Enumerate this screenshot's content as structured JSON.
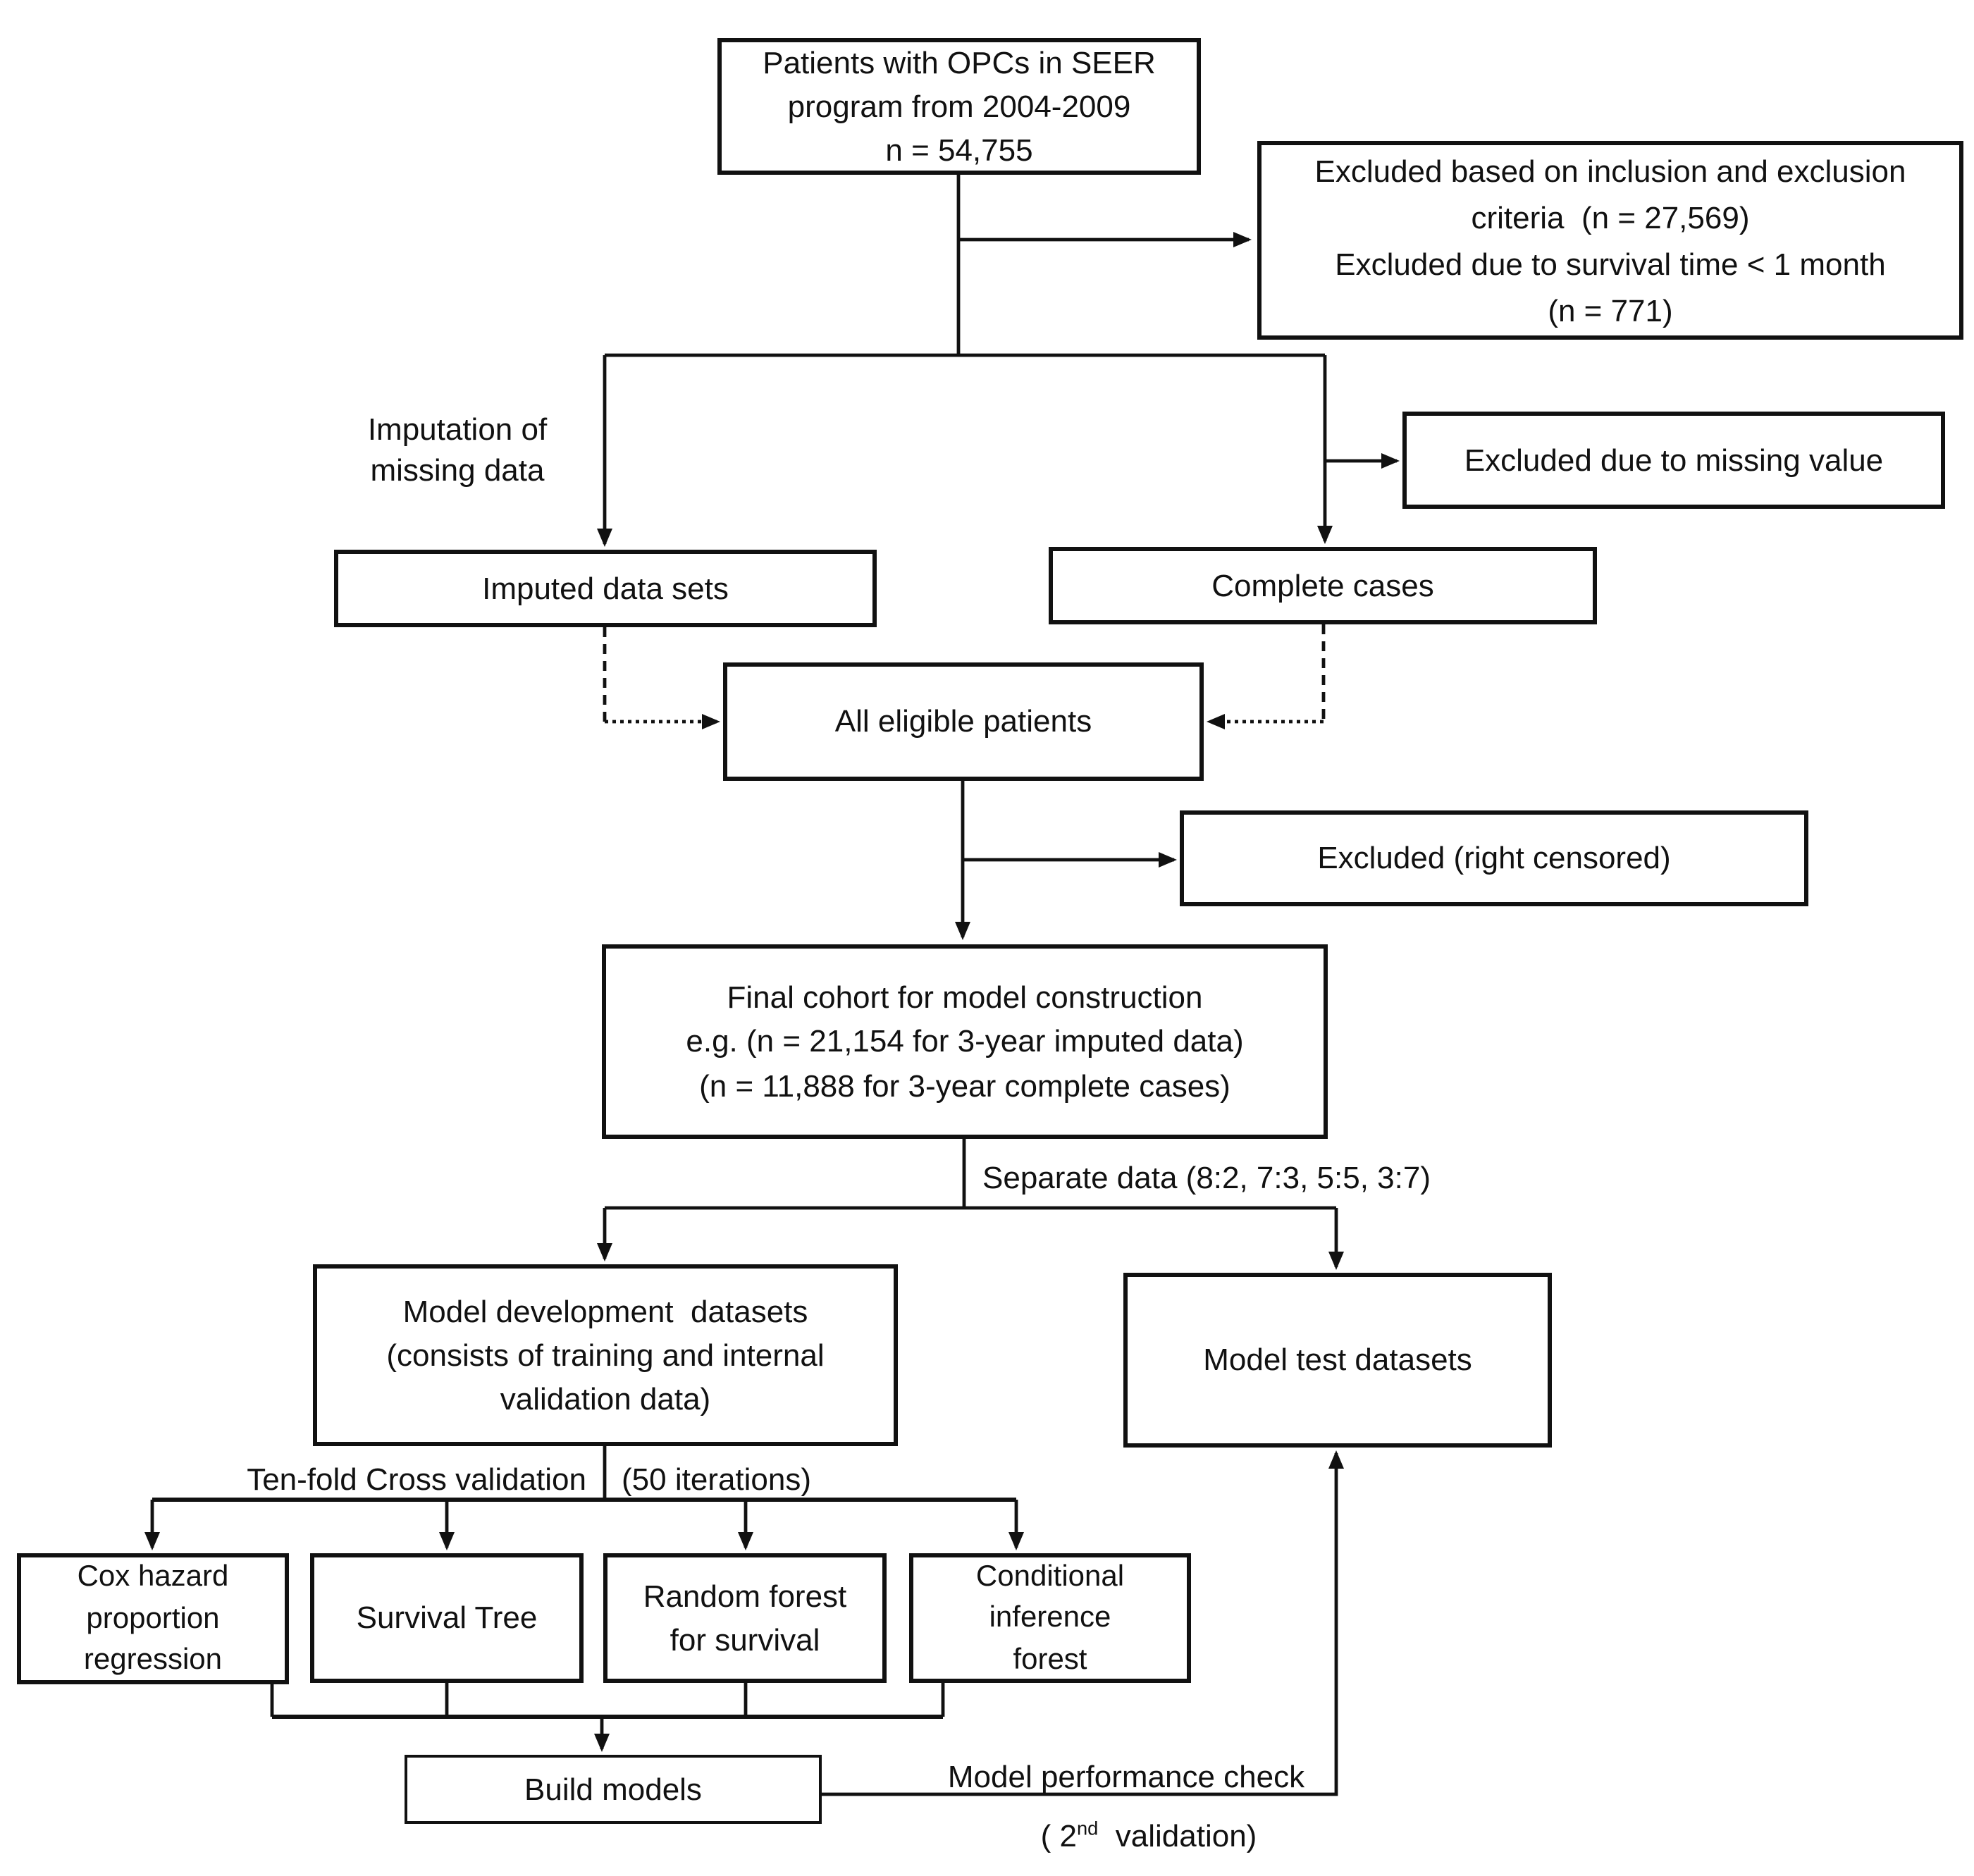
{
  "colors": {
    "line": "#111111",
    "text": "#111111",
    "box_fill": "#ffffff",
    "background": "#ffffff"
  },
  "nodes": {
    "patients_source": {
      "label": "Patients with OPCs in SEER\nprogram from 2004-2009\nn = 54,755"
    },
    "excluded_criteria": {
      "label": "Excluded based on inclusion and exclusion\ncriteria  (n = 27,569)\nExcluded due to survival time < 1 month\n(n = 771)"
    },
    "imputed_data_sets": {
      "label": "Imputed data sets"
    },
    "excluded_missing_value": {
      "label": "Excluded due to missing value"
    },
    "complete_cases": {
      "label": "Complete cases"
    },
    "all_eligible_patients": {
      "label": "All eligible patients"
    },
    "excluded_right_censored": {
      "label": "Excluded (right censored)"
    },
    "final_cohort": {
      "label": "Final cohort for model construction\ne.g. (n = 21,154 for 3-year imputed data)\n(n = 11,888 for 3-year complete cases)"
    },
    "model_development": {
      "label": "Model development  datasets\n(consists of training and internal\nvalidation data)"
    },
    "model_test": {
      "label": "Model test datasets"
    },
    "cox_hazard": {
      "label": "Cox hazard\nproportion\nregression"
    },
    "survival_tree": {
      "label": "Survival Tree"
    },
    "random_forest": {
      "label": "Random forest\nfor survival"
    },
    "conditional_inference": {
      "label": "Conditional\ninference\nforest"
    },
    "build_models": {
      "label": "Build models"
    }
  },
  "edge_labels": {
    "imputation": "Imputation of\nmissing data",
    "separate_data": "Separate data (8:2, 7:3, 5:5, 3:7)",
    "tenfold_cv": "Ten-fold Cross validation",
    "iterations": "(50 iterations)",
    "performance_check": "Model performance check",
    "second_validation": {
      "pre": "( 2",
      "sup": "nd",
      "post": "  validation)"
    }
  }
}
